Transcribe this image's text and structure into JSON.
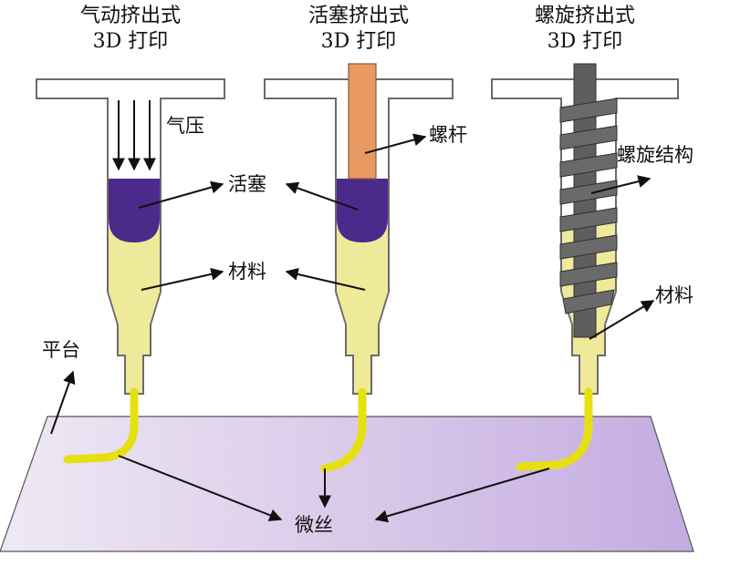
{
  "titles": {
    "pneumatic": {
      "line1": "气动挤出式",
      "line2": "3D 打印"
    },
    "piston": {
      "line1": "活塞挤出式",
      "line2": "3D 打印"
    },
    "screw": {
      "line1": "螺旋挤出式",
      "line2": "3D 打印"
    }
  },
  "labels": {
    "air_pressure": "气压",
    "piston": "活塞",
    "screw_rod": "螺杆",
    "screw_structure": "螺旋结构",
    "material_left": "材料",
    "material_right": "材料",
    "platform": "平台",
    "microfilament": "微丝"
  },
  "colors": {
    "material": "#efe99a",
    "piston": "#4b2a8c",
    "rod": "#e89a62",
    "screw": "#5e5e5e",
    "platform_start": "#ece6f2",
    "platform_end": "#c7aee0",
    "filament": "#e6e012"
  }
}
